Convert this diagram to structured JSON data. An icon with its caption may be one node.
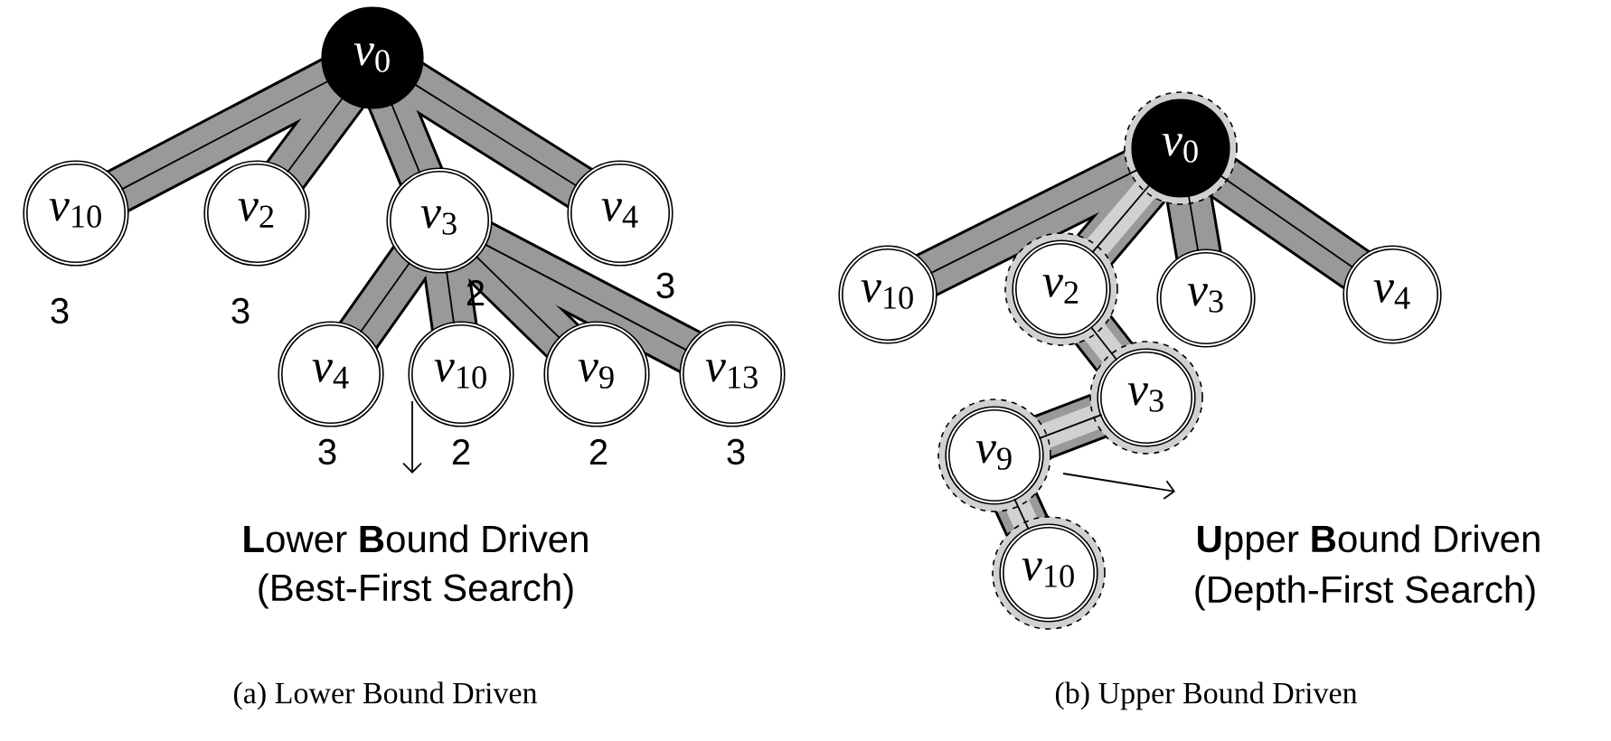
{
  "diagram": {
    "nodes": [
      {
        "text": [
          "*v*$_{0}$"
        ]
      },
      {
        "text": [
          "*v*$_{10}$"
        ],
        "beside": [
          "3"
        ]
      },
      {
        "text": [
          "*v*$_{2}$"
        ],
        "beside": [
          "3"
        ]
      },
      {
        "text": [
          "*v*$_{3}$"
        ],
        "beside": [
          "2"
        ]
      },
      {
        "text": [
          "*v*$_{4}$"
        ],
        "beside": [
          "3"
        ]
      },
      {
        "text": [
          "*v*$_{4}$"
        ],
        "beside": [
          "3"
        ]
      },
      {
        "text": [
          "*v*$_{10}$"
        ],
        "beside": [
          "2"
        ]
      },
      {
        "text": [
          "*v*$_{9}$"
        ],
        "beside": [
          "2"
        ]
      },
      {
        "text": [
          "*v*$_{13}$"
        ],
        "beside": [
          "3"
        ]
      },
      {
        "text": [
          "*v*$_{0}$"
        ]
      },
      {
        "text": [
          "*v*$_{10}$"
        ]
      },
      {
        "text": [
          "*v*$_{2}$"
        ]
      },
      {
        "text": [
          "*v*$_{3}$"
        ]
      },
      {
        "text": [
          "*v*$_{4}$"
        ]
      },
      {
        "text": [
          "*v*$_{3}$"
        ]
      },
      {
        "text": [
          "*v*$_{9}$"
        ]
      },
      {
        "text": [
          "*v*$_{10}$"
        ]
      }
    ],
    "edges": [
      {
        "from": 0,
        "to": 1,
        "arrow": "none"
      },
      {
        "from": 0,
        "to": 2,
        "arrow": "none"
      },
      {
        "from": 0,
        "to": 3,
        "arrow": "none"
      },
      {
        "from": 0,
        "to": 4,
        "arrow": "none"
      },
      {
        "from": 3,
        "to": 5,
        "arrow": "none"
      },
      {
        "from": 3,
        "to": 6,
        "arrow": "none"
      },
      {
        "from": 3,
        "to": 7,
        "arrow": "none"
      },
      {
        "from": 3,
        "to": 8,
        "arrow": "none"
      },
      {
        "from": 9,
        "to": 10,
        "arrow": "none"
      },
      {
        "from": 9,
        "to": 11,
        "arrow": "none"
      },
      {
        "from": 9,
        "to": 12,
        "arrow": "none"
      },
      {
        "from": 9,
        "to": 13,
        "arrow": "none"
      },
      {
        "from": 11,
        "to": 14,
        "arrow": "none"
      },
      {
        "from": 14,
        "to": 15,
        "arrow": "none"
      },
      {
        "from": 15,
        "to": 16,
        "arrow": "none"
      }
    ],
    "labels": [
      "**L**ower **B**ound Driven",
      "(Best-First Search)",
      "**U**pper **B**ound Driven",
      "(Depth-First Search)",
      "(a) Lower Bound Driven",
      "(b) Upper Bound Driven"
    ]
  }
}
